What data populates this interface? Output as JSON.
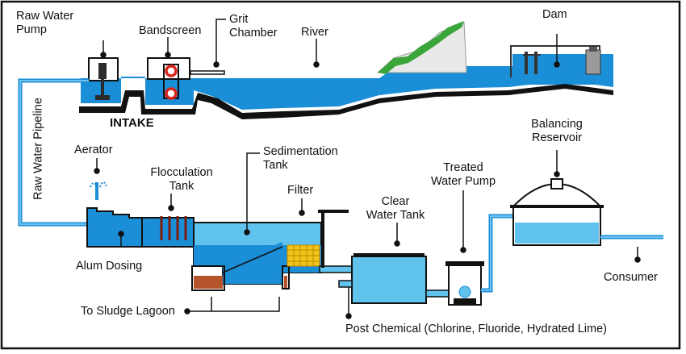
{
  "labels": {
    "raw_water_pump": [
      "Raw Water",
      "Pump"
    ],
    "bandscreen": "Bandscreen",
    "grit_chamber": [
      "Grit",
      "Chamber"
    ],
    "river": "River",
    "dam": "Dam",
    "intake": "INTAKE",
    "raw_water_pipeline": "Raw Water Pipeline",
    "aerator": "Aerator",
    "flocculation_tank": [
      "Flocculation",
      "Tank"
    ],
    "sedimentation_tank": [
      "Sedimentation",
      "Tank"
    ],
    "filter": "Filter",
    "clear_water_tank": [
      "Clear",
      "Water Tank"
    ],
    "treated_water_pump": [
      "Treated",
      "Water Pump"
    ],
    "balancing_reservoir": [
      "Balancing",
      "Reservoir"
    ],
    "alum_dosing": "Alum Dosing",
    "consumer": "Consumer",
    "sludge_lagoon": "To Sludge Lagoon",
    "post_chemical": "Post Chemical (Chlorine, Fluoride, Hydrated Lime)"
  },
  "colors": {
    "water": "#1a8fd8",
    "water_light": "#5fc3ee",
    "ground": "#111111",
    "hill": "#3aa63a",
    "hill_face": "#e9e9e9",
    "sludge": "#b5532a",
    "filter_media": "#f0c419",
    "screen_ring": "#d9261c"
  }
}
